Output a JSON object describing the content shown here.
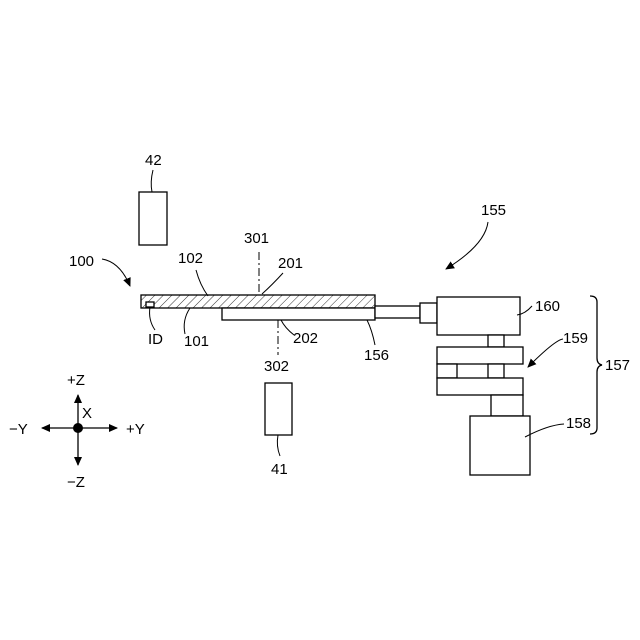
{
  "figure": {
    "labels": {
      "l42": "42",
      "l301": "301",
      "l201": "201",
      "l155": "155",
      "l100": "100",
      "l102": "102",
      "l160": "160",
      "l159": "159",
      "l157": "157",
      "lID": "ID",
      "l101": "101",
      "l202": "202",
      "l156": "156",
      "l302": "302",
      "l158": "158",
      "l41": "41"
    },
    "axes": {
      "pz": "+Z",
      "nz": "−Z",
      "ny": "−Y",
      "py": "+Y",
      "x": "X"
    }
  }
}
